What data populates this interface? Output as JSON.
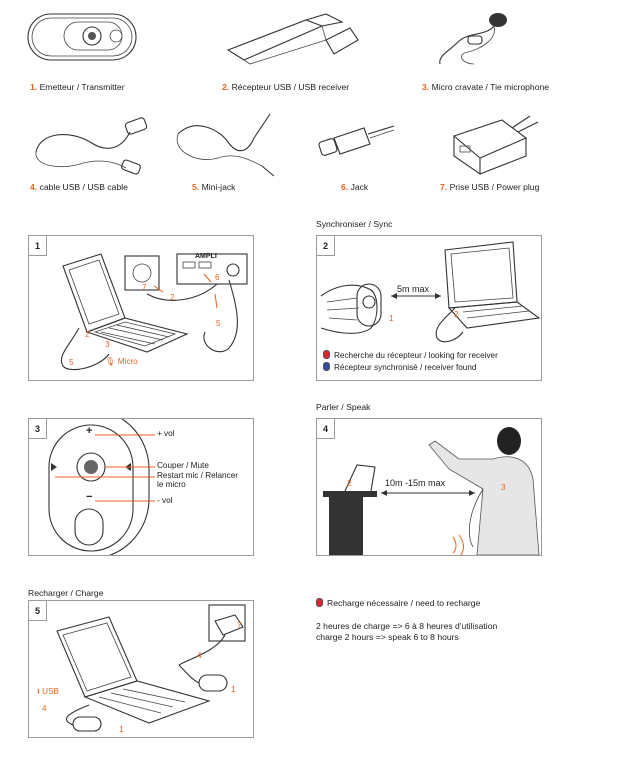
{
  "items": [
    {
      "n": "1.",
      "label": "Emetteur / Transmitter"
    },
    {
      "n": "2.",
      "label": "Récepteur USB / USB receiver"
    },
    {
      "n": "3.",
      "label": "Micro cravate / Tie microphone"
    },
    {
      "n": "4.",
      "label": "cable USB / USB cable"
    },
    {
      "n": "5.",
      "label": "Mini-jack"
    },
    {
      "n": "6.",
      "label": "Jack"
    },
    {
      "n": "7.",
      "label": "Prise USB / Power plug"
    }
  ],
  "panel1": {
    "number": "1",
    "ampli": "AMPLI",
    "callouts": [
      "7",
      "2",
      "6",
      "5",
      "2",
      "3",
      "5"
    ],
    "micro": "Micro"
  },
  "panel2": {
    "title": "Synchroniser / Sync",
    "number": "2",
    "distance": "5m max",
    "callouts": [
      "1",
      "2"
    ],
    "legend_red": "Recherche du récepteur / looking for receiver",
    "legend_blue": "Récepteur synchronisé / receiver found"
  },
  "panel3": {
    "number": "3",
    "vol_up": "+ vol",
    "mute": "Couper / Mute",
    "restart_1": "Restart mic / Relancer",
    "restart_2": "le micro",
    "vol_down": "- vol",
    "plus": "+",
    "minus": "−"
  },
  "panel4": {
    "title": "Parler / Speak",
    "number": "4",
    "distance": "10m -15m max",
    "callouts": [
      "2",
      "3"
    ]
  },
  "panel5": {
    "title": "Recharger / Charge",
    "number": "5",
    "usb": "USB",
    "callouts": [
      "7",
      "4",
      "1",
      "4",
      "1"
    ]
  },
  "recharge": {
    "needed": "Recharge nécessaire / need to recharge",
    "line1": "2 heures de charge => 6 à 8 heures d'utilisation",
    "line2": "charge 2 hours => speak 6 to 8 hours"
  },
  "colors": {
    "accent": "#e8641b",
    "red": "#d9272e",
    "blue": "#2f4fa3",
    "border": "#9a9a9a"
  }
}
